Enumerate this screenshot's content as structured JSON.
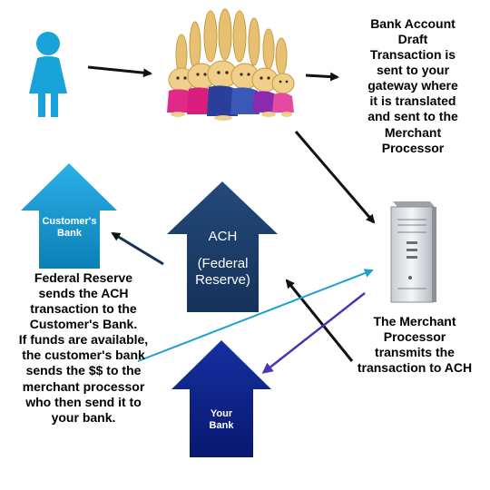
{
  "colors": {
    "person": "#1aa3d9",
    "customers_bank_arrow": "#1492cc",
    "ach_arrow": "#1a3a66",
    "your_bank_arrow": "#0b1f86",
    "dark_arrow": "#111111",
    "light_blue_arrow": "#1f9fd0",
    "purple_arrow": "#4a35b5"
  },
  "icons": {
    "customer": "person-icon",
    "gateway": "bunny-gateway-icon",
    "processor": "server-tower-icon"
  },
  "nodes": {
    "customers_bank": {
      "lines": [
        "Customer's",
        "Bank"
      ]
    },
    "ach": {
      "title": "ACH",
      "subtitle_lines": [
        "(Federal",
        "Reserve)"
      ]
    },
    "your_bank": {
      "lines": [
        "Your",
        "Bank"
      ]
    }
  },
  "texts": {
    "gateway_caption": [
      "Bank Account",
      "Draft",
      "Transaction is",
      "sent to your",
      "gateway where",
      "it is translated",
      "and sent to the",
      "Merchant",
      "Processor"
    ],
    "merchant_caption": [
      "The Merchant",
      "Processor",
      "transmits the",
      "transaction to ACH"
    ],
    "federal_caption": [
      "Federal Reserve",
      "sends the ACH",
      "transaction to the",
      "Customer's Bank.",
      "If funds are available,",
      "the customer's bank",
      "sends the $$ to the",
      "merchant processor",
      "who then send it to",
      "your bank."
    ]
  }
}
